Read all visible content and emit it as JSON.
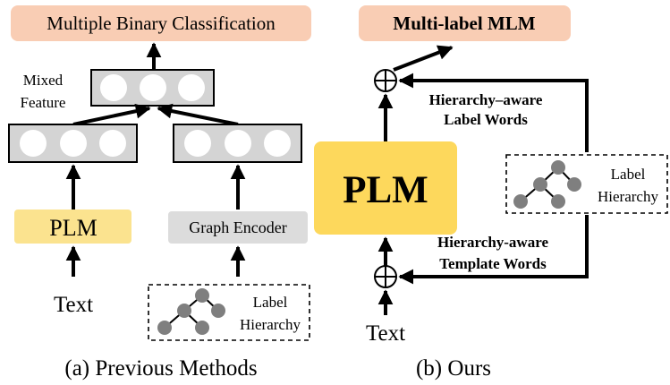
{
  "panel_a": {
    "top_box": "Multiple Binary Classification",
    "mixed_label_line1": "Mixed",
    "mixed_label_line2": "Feature",
    "plm": "PLM",
    "graph_encoder": "Graph Encoder",
    "text": "Text",
    "label_line1": "Label",
    "label_line2": "Hierarchy",
    "caption": "(a) Previous Methods"
  },
  "panel_b": {
    "top_box": "Multi-label MLM",
    "label_words_line1": "Hierarchy–aware",
    "label_words_line2": "Label Words",
    "plm": "PLM",
    "label_line1": "Label",
    "label_line2": "Hierarchy",
    "template_words_line1": "Hierarchy-aware",
    "template_words_line2": "Template Words",
    "text": "Text",
    "caption": "(b) Ours"
  },
  "colors": {
    "salmon": "#f9cdb4",
    "plm_light": "#fbe38f",
    "plm_dark": "#fdd85c",
    "gray_box": "#dcdcdc",
    "feature_box": "#d4d4d4",
    "node": "#7f7f7f"
  }
}
